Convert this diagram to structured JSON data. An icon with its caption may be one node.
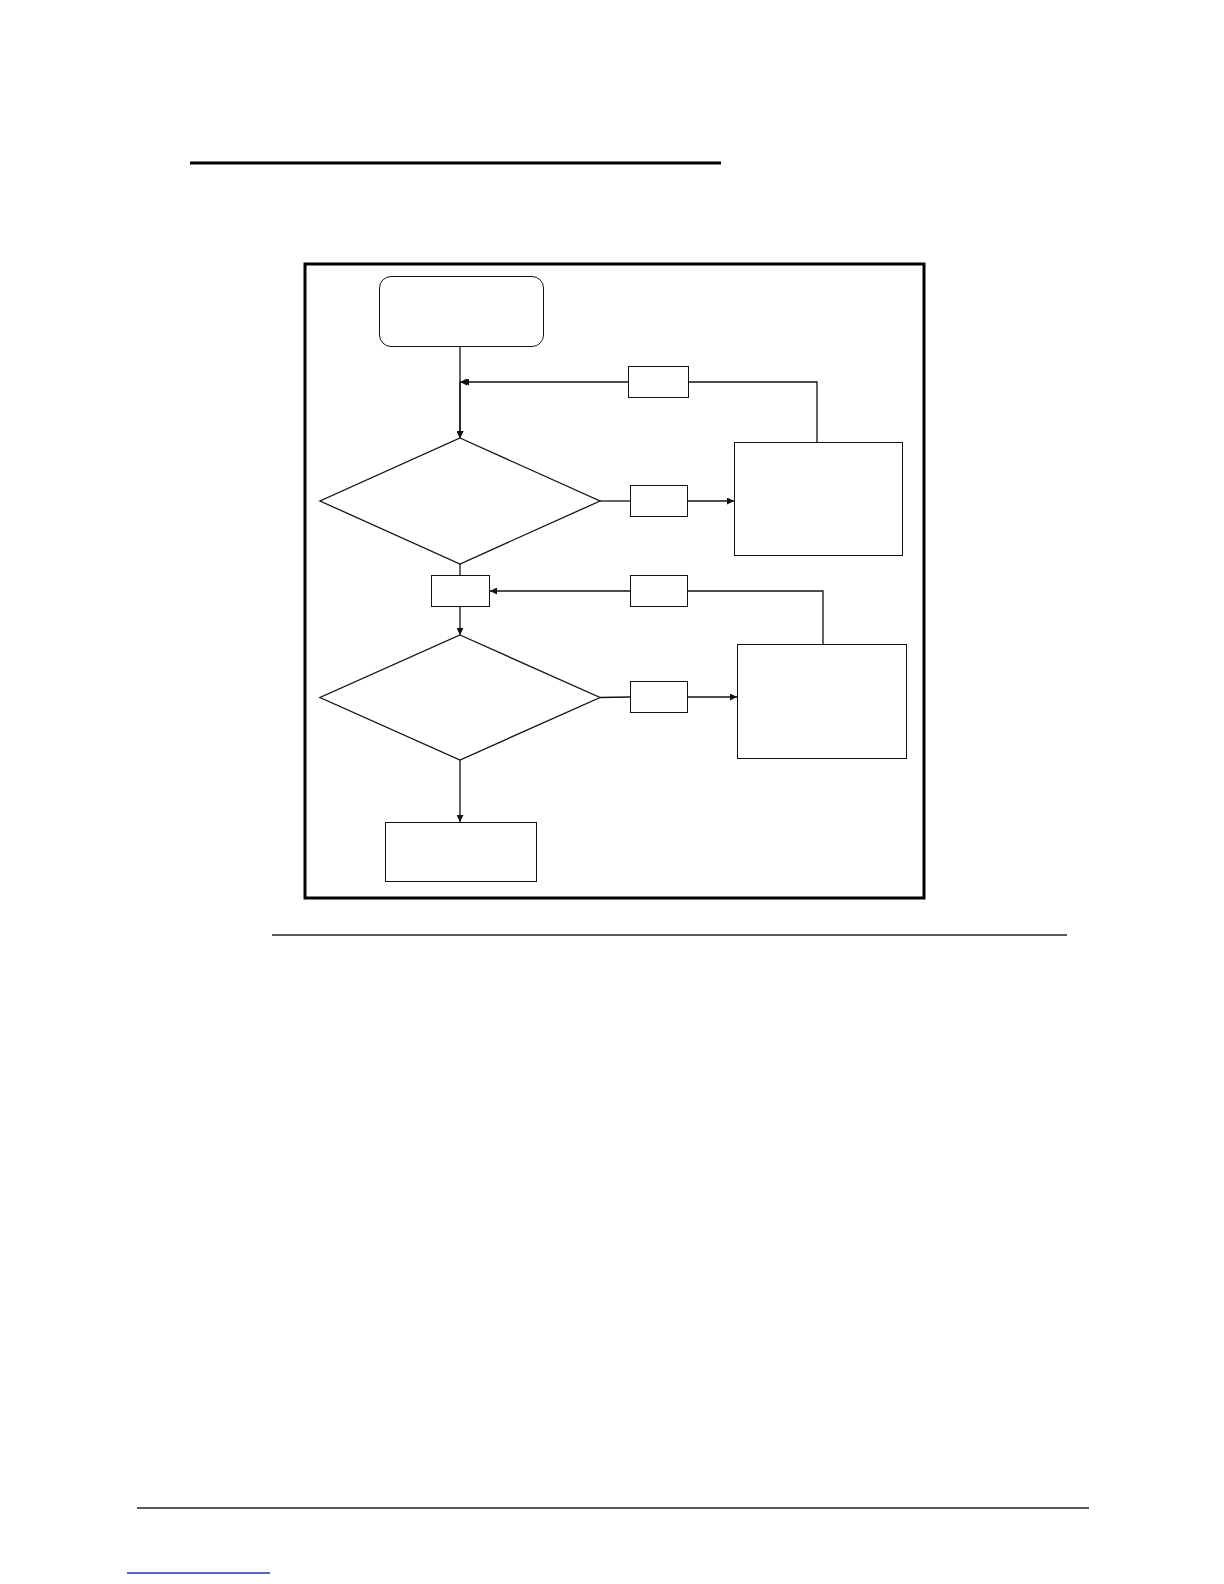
{
  "diagram": {
    "nodes": [
      {
        "text": [],
        "shape": "box"
      },
      {
        "text": [],
        "shape": "box"
      },
      {
        "text": [],
        "shape": "diamond"
      },
      {
        "text": [],
        "shape": "box"
      },
      {
        "text": [],
        "shape": "box"
      },
      {
        "text": [],
        "shape": "box"
      },
      {
        "text": [],
        "shape": "box"
      },
      {
        "text": [],
        "shape": "diamond"
      },
      {
        "text": [],
        "shape": "box"
      },
      {
        "text": [],
        "shape": "box"
      },
      {
        "text": [],
        "shape": "box"
      }
    ],
    "edges": [
      {
        "from": 0,
        "to": 2,
        "arrow": "to"
      },
      {
        "from": 4,
        "to": 1,
        "arrow": "none"
      },
      {
        "from": 1,
        "to": 2,
        "arrow": "to"
      },
      {
        "from": 2,
        "to": 3,
        "arrow": "none"
      },
      {
        "from": 3,
        "to": 4,
        "arrow": "to"
      },
      {
        "from": 2,
        "to": 5,
        "arrow": "none"
      },
      {
        "from": 5,
        "to": 7,
        "arrow": "to"
      },
      {
        "from": 9,
        "to": 6,
        "arrow": "none"
      },
      {
        "from": 6,
        "to": 5,
        "arrow": "to"
      },
      {
        "from": 7,
        "to": 8,
        "arrow": "none"
      },
      {
        "from": 8,
        "to": 9,
        "arrow": "to"
      },
      {
        "from": 7,
        "to": 10,
        "arrow": "to"
      }
    ]
  }
}
